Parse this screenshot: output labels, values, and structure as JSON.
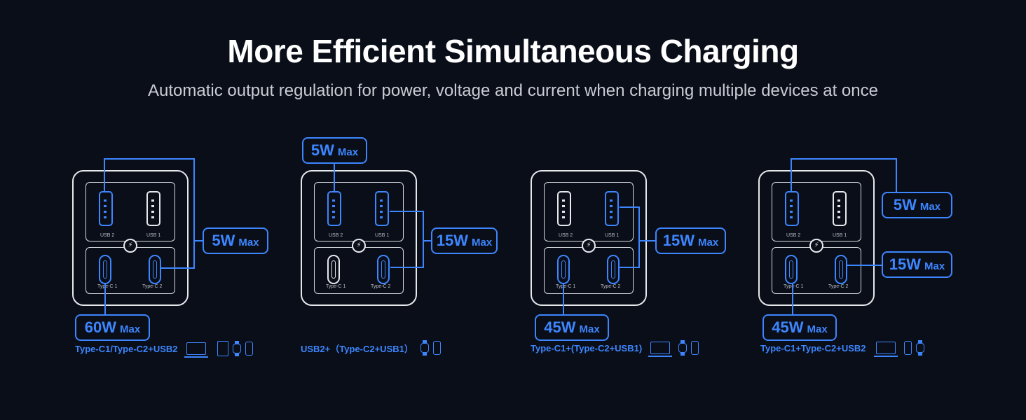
{
  "header": {
    "title": "More Efficient Simultaneous Charging",
    "subtitle": "Automatic output regulation for power, voltage and current when charging multiple devices at once"
  },
  "port_labels": {
    "usb2": "USB 2",
    "usb1": "USB 1",
    "typec1": "Type-C 1",
    "typec2": "Type-C 2"
  },
  "max_label": "Max",
  "chargers": [
    {
      "active_ports": [
        "usb2",
        "typec1",
        "typec2"
      ],
      "outputs": [
        {
          "watts": "5W",
          "suffix": "Max"
        },
        {
          "watts": "60W",
          "suffix": "Max"
        }
      ],
      "combo": "Type-C1/Type-C2+USB2",
      "devices": [
        "laptop-icon",
        "tablet-icon",
        "watch-icon",
        "phone-icon"
      ]
    },
    {
      "active_ports": [
        "usb2",
        "usb1",
        "typec2"
      ],
      "outputs": [
        {
          "watts": "5W",
          "suffix": "Max"
        },
        {
          "watts": "15W",
          "suffix": "Max"
        }
      ],
      "combo": "USB2+（Type-C2+USB1）",
      "devices": [
        "watch-icon",
        "phone-icon"
      ]
    },
    {
      "active_ports": [
        "usb1",
        "typec1",
        "typec2"
      ],
      "outputs": [
        {
          "watts": "15W",
          "suffix": "Max"
        },
        {
          "watts": "45W",
          "suffix": "Max"
        }
      ],
      "combo": "Type-C1+(Type-C2+USB1)",
      "devices": [
        "laptop-icon",
        "watch-icon",
        "phone-icon"
      ]
    },
    {
      "active_ports": [
        "usb2",
        "typec1",
        "typec2"
      ],
      "outputs": [
        {
          "watts": "5W",
          "suffix": "Max"
        },
        {
          "watts": "15W",
          "suffix": "Max"
        },
        {
          "watts": "45W",
          "suffix": "Max"
        }
      ],
      "combo": "Type-C1+Type-C2+USB2",
      "devices": [
        "laptop-icon",
        "phone-icon",
        "watch-icon"
      ]
    }
  ],
  "colors": {
    "background": "#0a0e18",
    "accent": "#3d86ff",
    "outline": "#e6e8ec"
  }
}
